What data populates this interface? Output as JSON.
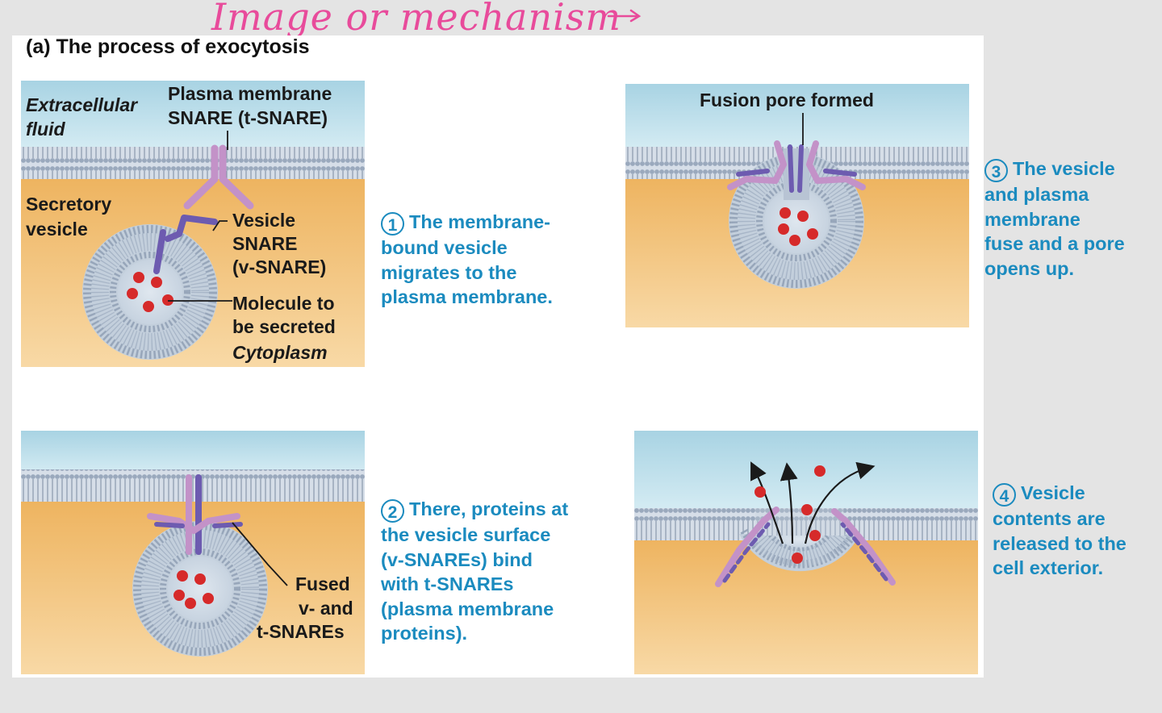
{
  "annotation": {
    "handwritten_note": "Image or mechanism"
  },
  "figure": {
    "title": "(a) The process of exocytosis"
  },
  "colors": {
    "extracellular": "#b5dbe8",
    "cytoplasm": "#f2c47e",
    "membrane": "#b8c4d4",
    "t_snare": "#c392c8",
    "v_snare": "#6d5bb0",
    "molecule": "#d62a2a",
    "step_text": "#1b8bbf",
    "annotation": "#e84b9b"
  },
  "panel1": {
    "extracellular_label": "Extracellular",
    "extracellular_label2": "fluid",
    "tsnare_label1": "Plasma membrane",
    "tsnare_label2": "SNARE (t-SNARE)",
    "secretory_label1": "Secretory",
    "secretory_label2": "vesicle",
    "vsnare_label1": "Vesicle",
    "vsnare_label2": "SNARE",
    "vsnare_label3": "(v-SNARE)",
    "molecule_label1": "Molecule to",
    "molecule_label2": "be secreted",
    "cytoplasm_label": "Cytoplasm"
  },
  "panel2": {
    "fused_label1": "Fused",
    "fused_label2": "v- and",
    "fused_label3": "t-SNAREs"
  },
  "panel3": {
    "pore_label": "Fusion pore formed"
  },
  "steps": [
    {
      "number": "1",
      "lines": [
        "The membrane-",
        "bound vesicle",
        "migrates to the",
        "plasma membrane."
      ]
    },
    {
      "number": "2",
      "lines": [
        "There, proteins at",
        "the vesicle surface",
        "(v-SNAREs) bind",
        "with t-SNAREs",
        "(plasma membrane",
        "proteins)."
      ]
    },
    {
      "number": "3",
      "lines": [
        "The vesicle",
        "and plasma",
        "membrane",
        "fuse and a pore",
        "opens up."
      ]
    },
    {
      "number": "4",
      "lines": [
        "Vesicle",
        "contents are",
        "released to the",
        "cell exterior."
      ]
    }
  ]
}
